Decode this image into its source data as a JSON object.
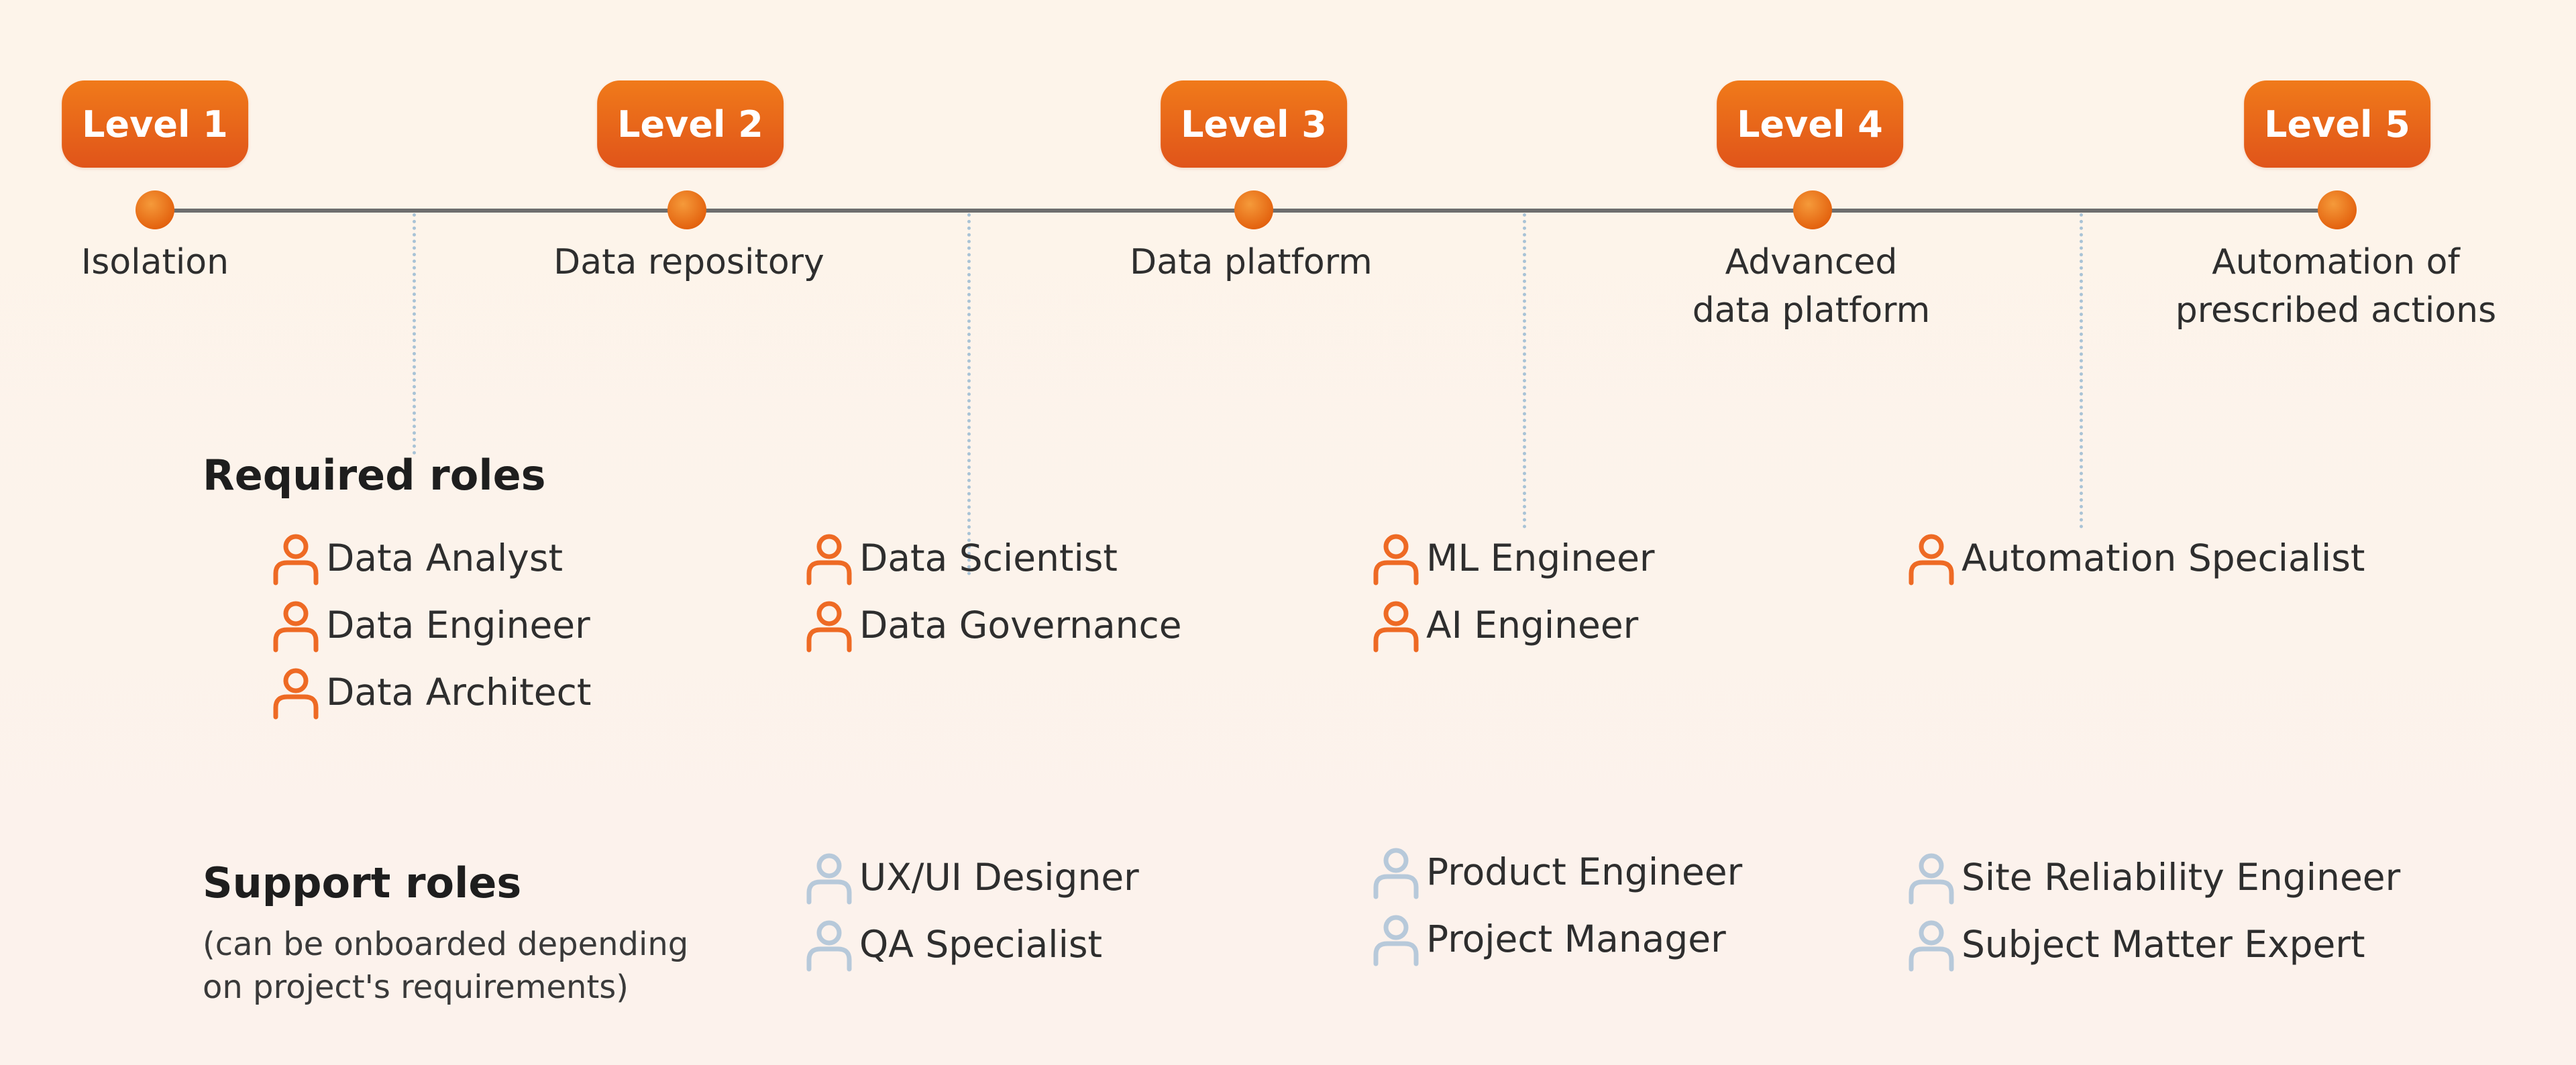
{
  "levels": [
    {
      "badge": "Level 1",
      "label_lines": [
        "Isolation"
      ]
    },
    {
      "badge": "Level 2",
      "label_lines": [
        "Data repository"
      ]
    },
    {
      "badge": "Level 3",
      "label_lines": [
        "Data platform"
      ]
    },
    {
      "badge": "Level 4",
      "label_lines": [
        "Advanced",
        "data platform"
      ]
    },
    {
      "badge": "Level 5",
      "label_lines": [
        "Automation of",
        "prescribed actions"
      ]
    }
  ],
  "required": {
    "title": "Required roles",
    "groups": [
      [
        "Data Analyst",
        "Data Engineer",
        "Data Architect"
      ],
      [
        "Data Scientist",
        "Data Governance"
      ],
      [
        "ML Engineer",
        "AI Engineer"
      ],
      [
        "Automation Specialist"
      ]
    ]
  },
  "support": {
    "title": "Support roles",
    "note_lines": [
      "(can be onboarded depending",
      "on project's requirements)"
    ],
    "groups": [
      [
        "UX/UI Designer",
        "QA Specialist"
      ],
      [
        "Product Engineer",
        "Project Manager"
      ],
      [
        "Site Reliability Engineer",
        "Subject Matter Expert"
      ]
    ]
  },
  "icons": {
    "required_role": "person-icon",
    "support_role": "person-icon"
  },
  "colors": {
    "accent": "#e8611a",
    "badge_gradient_top": "#f07a1a",
    "badge_gradient_bottom": "#e0541a",
    "timeline_line": "#6e6e6e",
    "divider": "#a9c3d6",
    "required_icon": "#ee6a24",
    "support_icon": "#b7c9da",
    "background": "#fdf4ea"
  }
}
